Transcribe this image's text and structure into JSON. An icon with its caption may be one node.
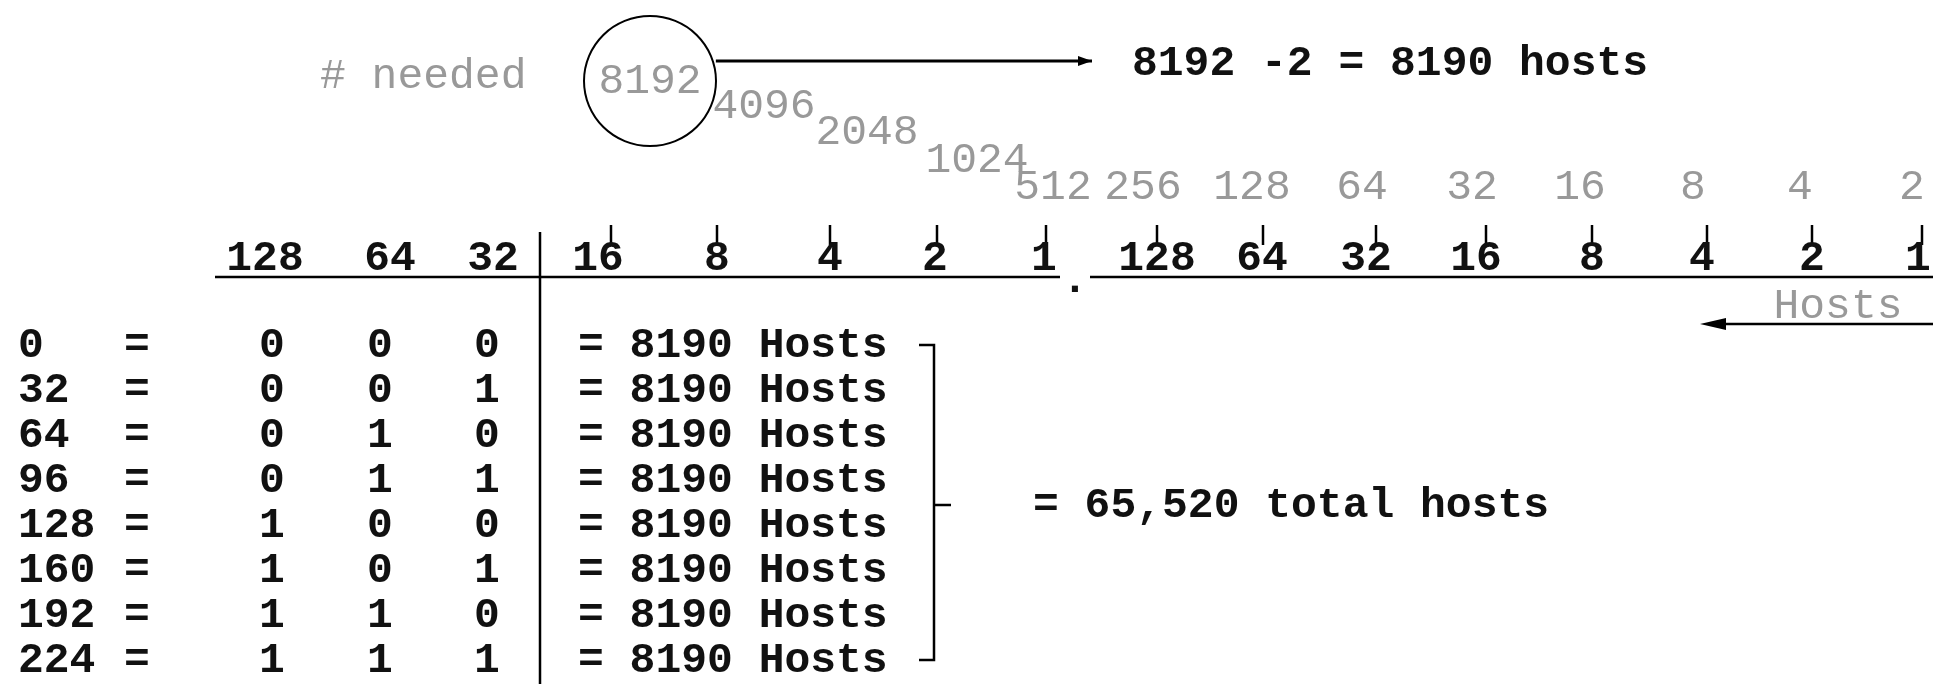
{
  "diagram": {
    "nodes": [
      {
        "text": [
          "8192"
        ]
      },
      {
        "text": [
          "8192 -2 = 8190 hosts"
        ]
      }
    ],
    "edges": [
      {
        "from": 0,
        "to": 1,
        "arrow": "to"
      }
    ],
    "labels": [
      "# needed",
      "4096",
      "2048",
      "1024",
      "512",
      "256",
      "128",
      "64",
      "32",
      "16",
      "8",
      "4",
      "2",
      "128",
      "64",
      "32",
      "16",
      "8",
      "4",
      "2",
      "1",
      "128",
      "64",
      "32",
      "16",
      "8",
      "4",
      "2",
      "1",
      ".",
      "Hosts",
      "0",
      "=",
      "0",
      "0",
      "0",
      "= 8190 Hosts",
      "32",
      "=",
      "0",
      "0",
      "1",
      "= 8190 Hosts",
      "64",
      "=",
      "0",
      "1",
      "0",
      "= 8190 Hosts",
      "96",
      "=",
      "0",
      "1",
      "1",
      "= 8190 Hosts",
      "128",
      "=",
      "1",
      "0",
      "0",
      "= 8190 Hosts",
      "160",
      "=",
      "1",
      "0",
      "1",
      "= 8190 Hosts",
      "192",
      "=",
      "1",
      "1",
      "0",
      "= 8190 Hosts",
      "224",
      "=",
      "1",
      "1",
      "1",
      "= 8190 Hosts",
      "= 65,520 total hosts"
    ]
  }
}
